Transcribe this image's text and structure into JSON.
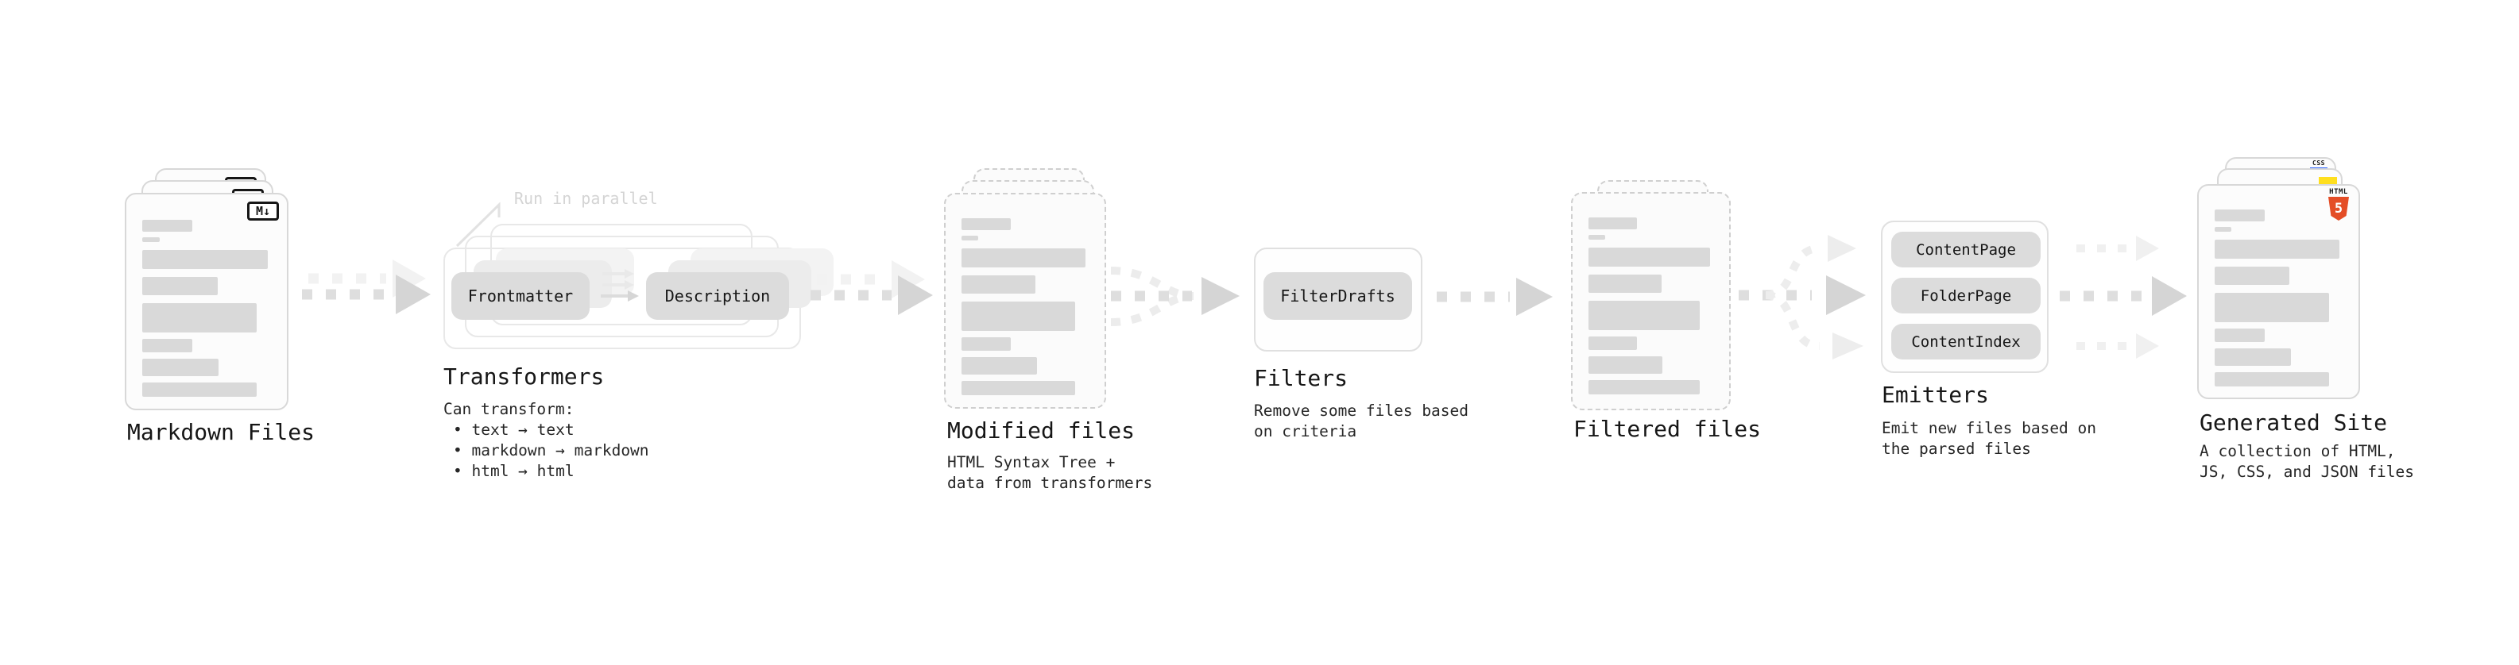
{
  "sections": {
    "markdown_files": {
      "title": "Markdown Files",
      "file_badge": "M↓"
    },
    "transformers": {
      "title": "Transformers",
      "annotation": "Run in parallel",
      "pill_left": "Frontmatter",
      "pill_right": "Description",
      "subtitle": "Can transform:",
      "bullets": [
        "• text → text",
        "• markdown → markdown",
        "• html → html"
      ]
    },
    "modified_files": {
      "title": "Modified files",
      "subtitle_lines": [
        "HTML Syntax Tree +",
        "data from transformers"
      ]
    },
    "filters": {
      "title": "Filters",
      "pill": "FilterDrafts",
      "subtitle_lines": [
        "Remove some files based",
        "on criteria"
      ]
    },
    "filtered_files": {
      "title": "Filtered files"
    },
    "emitters": {
      "title": "Emitters",
      "pills": [
        "ContentPage",
        "FolderPage",
        "ContentIndex"
      ],
      "subtitle_lines": [
        "Emit new files based on",
        "the parsed files"
      ]
    },
    "generated_site": {
      "title": "Generated Site",
      "subtitle_lines": [
        "A collection of HTML,",
        "JS, CSS, and JSON files"
      ],
      "css_badge": "CSS",
      "html5_word": "HTML",
      "html5_number": "5"
    }
  },
  "colors": {
    "accent_orange": "#e44d26",
    "accent_yellow": "#ffdf1e",
    "accent_blue": "#2962ff",
    "ink": "#161616",
    "muted_annotation": "#d4d4d4"
  }
}
